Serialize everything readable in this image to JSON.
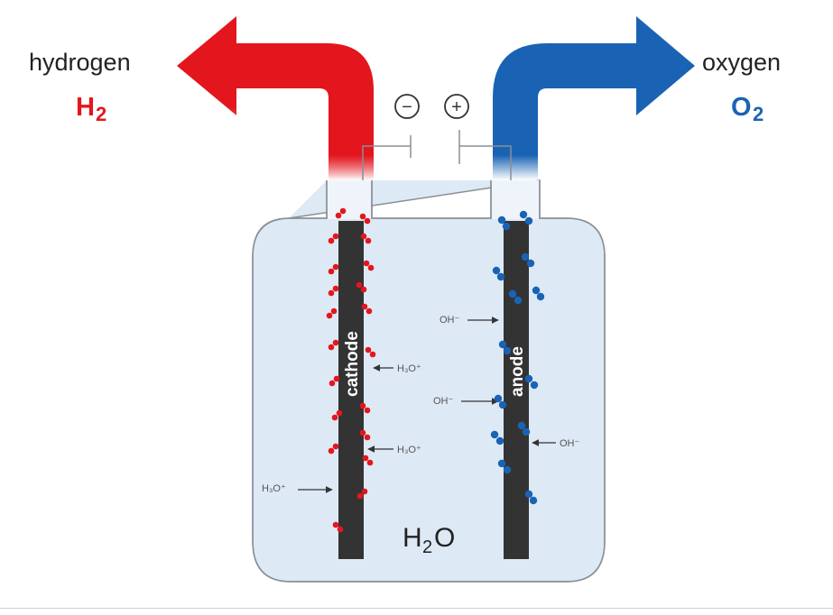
{
  "labels": {
    "hydrogen_name": "hydrogen",
    "hydrogen_formula": "H",
    "hydrogen_subscript": "2",
    "oxygen_name": "oxygen",
    "oxygen_formula": "O",
    "oxygen_subscript": "2",
    "negative_terminal": "−",
    "positive_terminal": "+",
    "cathode": "cathode",
    "anode": "anode",
    "water": "H",
    "water_subscript": "2",
    "water_tail": "O"
  },
  "ions": {
    "hydronium": "H₃O⁺",
    "hydroxide": "OH⁻"
  },
  "colors": {
    "hydrogen": "#e3161e",
    "oxygen": "#1a63b4",
    "electrode": "#333333",
    "electrolyte": "#dde9f5",
    "container_stroke": "#8a8f96"
  }
}
